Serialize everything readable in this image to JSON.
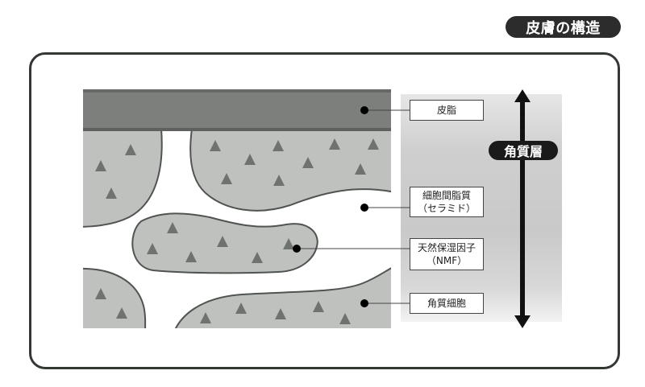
{
  "title": "皮膚の構造",
  "diagram": {
    "colors": {
      "sebum_fill": "#7d7f7d",
      "sebum_edge": "#5e615e",
      "cell_fill": "#bfc1bf",
      "cell_stroke": "#505450",
      "triangle": "#6f736f",
      "intercellular": "#ffffff",
      "frame": "#333833",
      "title_bg": "#2c2c2c",
      "panel_gradient": [
        "#e6e6e6",
        "#c9c9c9",
        "#f2f2f2"
      ]
    },
    "labels": [
      {
        "id": "sebum",
        "lines": [
          "皮脂"
        ]
      },
      {
        "id": "intercellular-lipid",
        "lines": [
          "細胞間脂質",
          "（セラミド）"
        ]
      },
      {
        "id": "nmf",
        "lines": [
          "天然保湿因子",
          "（NMF）"
        ]
      },
      {
        "id": "corneocyte",
        "lines": [
          "角質細胞"
        ]
      }
    ],
    "layer_label": "角質層"
  }
}
